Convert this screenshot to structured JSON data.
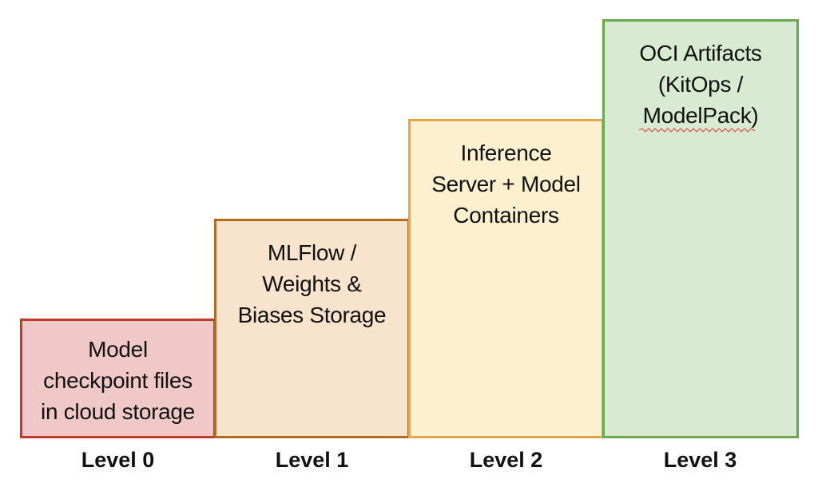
{
  "steps": [
    {
      "text": "Model\ncheckpoint files\nin cloud storage",
      "level": "Level 0",
      "fill": "#f1c8c8",
      "border": "#c0392b"
    },
    {
      "text": "MLFlow /\nWeights &\nBiases Storage",
      "level": "Level 1",
      "fill": "#f8e3cc",
      "border": "#b36b1e"
    },
    {
      "text": "Inference\nServer + Model\nContainers",
      "level": "Level 2",
      "fill": "#fdf0cf",
      "border": "#e5a54a"
    },
    {
      "text": "OCI Artifacts\n(KitOps /\nModelPack)",
      "level": "Level 3",
      "fill": "#d9ead3",
      "border": "#6aa84f"
    }
  ]
}
